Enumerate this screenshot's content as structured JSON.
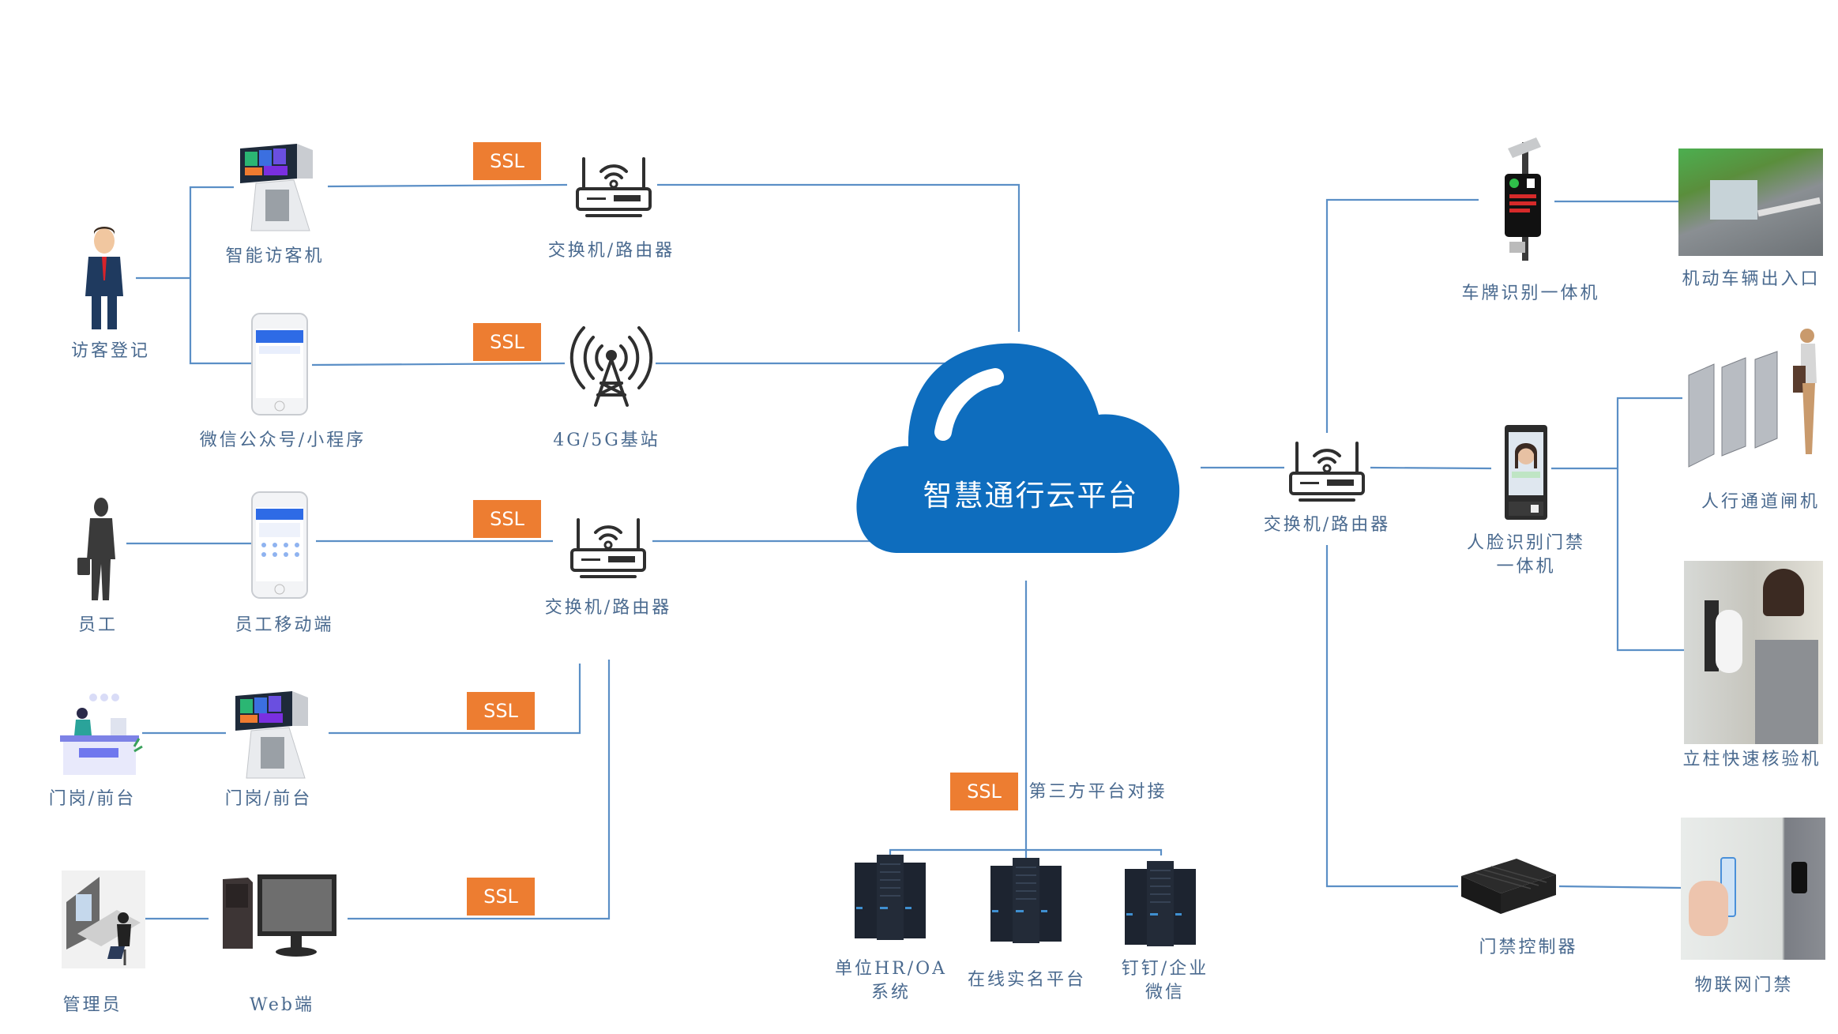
{
  "diagram": {
    "title": "智慧通行云平台",
    "colors": {
      "cloud": "#0e6dbe",
      "line": "#5b8fc6",
      "ssl_badge": "#ed7d31",
      "label_text": "#4a6a8f"
    },
    "ssl_label": "SSL",
    "left": {
      "visitor": {
        "label": "访客登记",
        "icon": "businessman-icon"
      },
      "visitor_kiosk": {
        "label": "智能访客机",
        "icon": "kiosk-icon"
      },
      "wechat": {
        "label": "微信公众号/小程序",
        "icon": "smartphone-icon"
      },
      "router_top": {
        "label": "交换机/路由器",
        "icon": "wifi-router-icon"
      },
      "base_station": {
        "label": "4G/5G基站",
        "icon": "cell-tower-icon"
      },
      "employee": {
        "label": "员工",
        "icon": "employee-silhouette-icon"
      },
      "employee_mobile": {
        "label": "员工移动端",
        "icon": "smartphone-icon"
      },
      "router_mid": {
        "label": "交换机/路由器",
        "icon": "wifi-router-icon"
      },
      "front_desk_person": {
        "label": "门岗/前台",
        "icon": "reception-desk-icon"
      },
      "front_desk_kiosk": {
        "label": "门岗/前台",
        "icon": "kiosk-icon"
      },
      "admin": {
        "label": "管理员",
        "icon": "admin-workstation-icon"
      },
      "web": {
        "label": "Web端",
        "icon": "desktop-computer-icon"
      }
    },
    "right": {
      "router": {
        "label": "交换机/路由器",
        "icon": "wifi-router-icon"
      },
      "lpr": {
        "label": "车牌识别一体机",
        "icon": "license-plate-camera-icon"
      },
      "vehicle_gate": {
        "label": "机动车辆出入口",
        "icon": "vehicle-gate-photo"
      },
      "face_terminal": {
        "label_line1": "人脸识别门禁",
        "label_line2": "一体机",
        "icon": "face-terminal-icon"
      },
      "turnstile": {
        "label": "人行通道闸机",
        "icon": "turnstile-photo"
      },
      "pillar": {
        "label": "立柱快速核验机",
        "icon": "pillar-verifier-photo"
      },
      "controller": {
        "label": "门禁控制器",
        "icon": "access-controller-icon"
      },
      "iot_door": {
        "label": "物联网门禁",
        "icon": "iot-door-photo"
      }
    },
    "bottom": {
      "third_party_label": "第三方平台对接",
      "servers": [
        {
          "line1": "单位HR/OA",
          "line2": "系统"
        },
        {
          "line1": "在线实名平台",
          "line2": ""
        },
        {
          "line1": "钉钉/企业",
          "line2": "微信"
        }
      ]
    }
  }
}
